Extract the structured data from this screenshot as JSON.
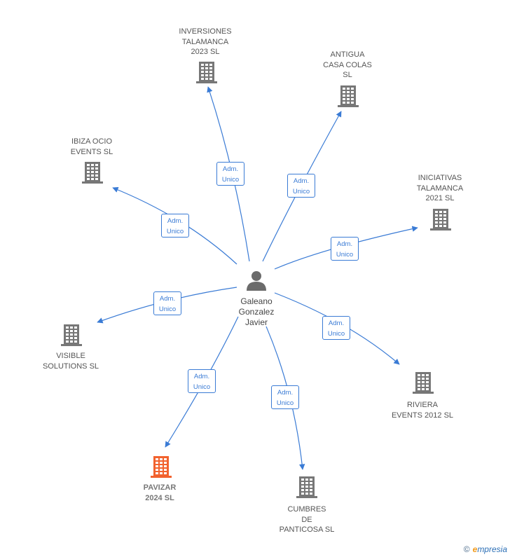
{
  "center": {
    "name": "Galeano\nGonzalez\nJavier",
    "icon": "person-icon"
  },
  "nodes": [
    {
      "id": "inversiones",
      "name": "INVERSIONES\nTALAMANCA\n2023  SL",
      "icon": "building-icon",
      "highlight": false,
      "edge_label": "Adm.\nUnico"
    },
    {
      "id": "antigua",
      "name": "ANTIGUA\nCASA COLAS\nSL",
      "icon": "building-icon",
      "highlight": false,
      "edge_label": "Adm.\nUnico"
    },
    {
      "id": "ibiza",
      "name": "IBIZA OCIO\nEVENTS  SL",
      "icon": "building-icon",
      "highlight": false,
      "edge_label": "Adm.\nUnico"
    },
    {
      "id": "iniciativas",
      "name": "INICIATIVAS\nTALAMANCA\n2021  SL",
      "icon": "building-icon",
      "highlight": false,
      "edge_label": "Adm.\nUnico"
    },
    {
      "id": "visible",
      "name": "VISIBLE\nSOLUTIONS SL",
      "icon": "building-icon",
      "highlight": false,
      "edge_label": "Adm.\nUnico"
    },
    {
      "id": "riviera",
      "name": "RIVIERA\nEVENTS 2012 SL",
      "icon": "building-icon",
      "highlight": false,
      "edge_label": "Adm.\nUnico"
    },
    {
      "id": "pavizar",
      "name": "PAVIZAR\n2024  SL",
      "icon": "building-icon",
      "highlight": true,
      "edge_label": "Adm.\nUnico"
    },
    {
      "id": "cumbres",
      "name": "CUMBRES\nDE\nPANTICOSA SL",
      "icon": "building-icon",
      "highlight": false,
      "edge_label": "Adm.\nUnico"
    }
  ],
  "colors": {
    "edge": "#3a7bd5",
    "building": "#777777",
    "highlight": "#f2622e",
    "person": "#6b6b6b"
  },
  "footer": {
    "copyright": "©",
    "brand_initial": "e",
    "brand_rest": "mpresia"
  }
}
